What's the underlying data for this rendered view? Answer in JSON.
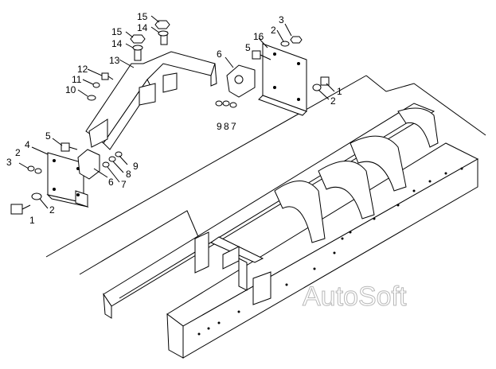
{
  "watermark": "AutoSoft",
  "callouts": {
    "c15a": "15",
    "c14a": "14",
    "c15b": "15",
    "c14b": "14",
    "c13": "13",
    "c12": "12",
    "c11": "11",
    "c10": "10",
    "c3a": "3",
    "c2a": "2",
    "c16": "16",
    "c5a": "5",
    "c6a": "6",
    "c1a": "1",
    "c2b": "2",
    "c9a": "9",
    "c8a": "8",
    "c7a": "7",
    "c5b": "5",
    "c4": "4",
    "c2c": "2",
    "c3b": "3",
    "c9b": "9",
    "c8b": "8",
    "c7b": "7",
    "c6b": "6",
    "c2d": "2",
    "c1b": "1"
  }
}
